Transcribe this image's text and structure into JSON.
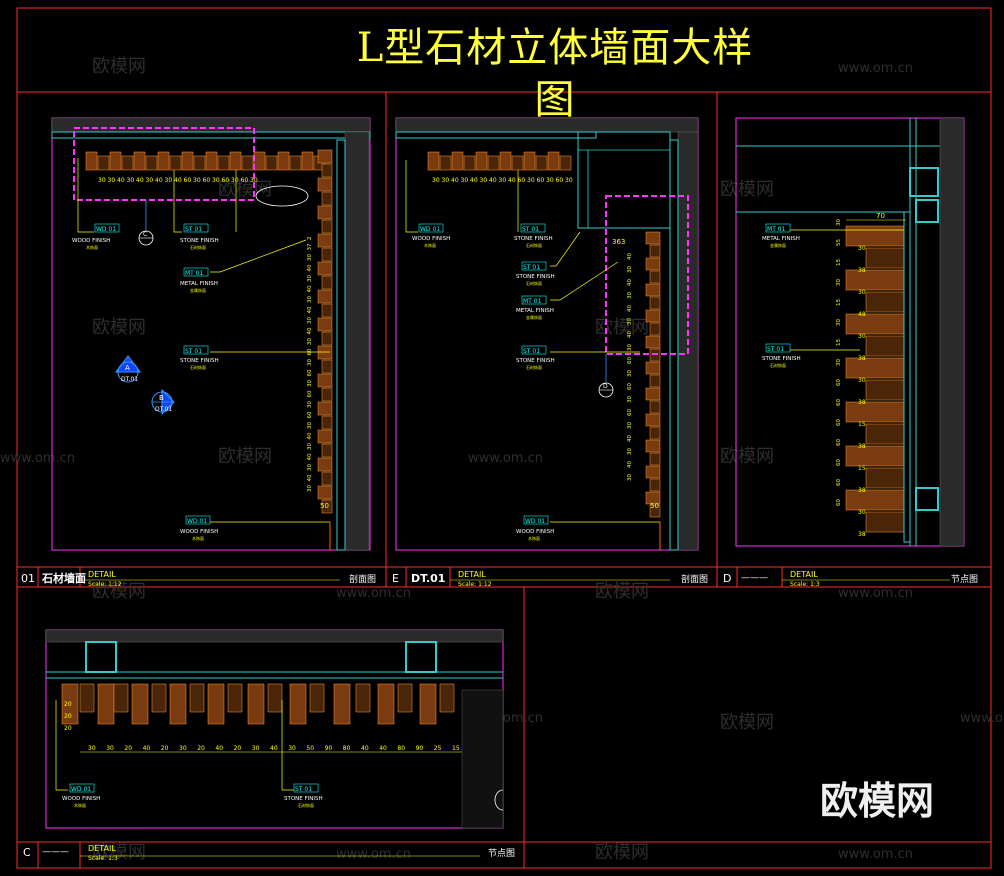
{
  "title": "L型石材立体墙面大样图",
  "logo_text": "欧模网",
  "watermarks": [
    "欧模网",
    "www.om.cn"
  ],
  "colors": {
    "background": "#000000",
    "frame": "#ff2a2a",
    "title": "#ffff3a",
    "viewport": "#ff33ff",
    "highlight": "#ff33ff",
    "structure": "#33cccc",
    "stone": "#ff9933",
    "hatch": "#ff6600",
    "dimension": "#ffff00",
    "callout": "#00ffff",
    "label_text": "#ffffff",
    "symbol": "#3399ff"
  },
  "tags": {
    "wd": "WD 01",
    "st": "ST 01",
    "mt": "MT 01"
  },
  "tag_text": {
    "wood": "WOOD FINISH",
    "stone": "STONE FINISH",
    "metal": "METAL FINISH",
    "wood_cn": "木饰面",
    "stone_cn": "石材饰面",
    "metal_cn": "金属饰面"
  },
  "panels": [
    {
      "code": "01",
      "name": "石材墙面",
      "detail": "DETAIL",
      "scale": "Scale: 1:12",
      "kind": "剖面图"
    },
    {
      "code": "E",
      "name": "DT.01",
      "detail": "DETAIL",
      "scale": "Scale: 1:12",
      "kind": "剖面图"
    },
    {
      "code": "D",
      "name": "———",
      "detail": "DETAIL",
      "scale": "Scale: 1:3",
      "kind": "节点图"
    },
    {
      "code": "C",
      "name": "———",
      "detail": "DETAIL",
      "scale": "Scale: 1:3",
      "kind": "节点图"
    }
  ],
  "symbols": {
    "section_a": "A",
    "section_a_sub": "DT.01",
    "section_b": "B",
    "section_b_sub": "DT.01",
    "c_mark": "C",
    "d_mark": "D"
  },
  "dims": {
    "p1_top": [
      "30",
      "30",
      "40",
      "30",
      "40",
      "30",
      "40",
      "30",
      "40",
      "60",
      "30",
      "60",
      "30",
      "60",
      "30",
      "60",
      "30"
    ],
    "p1_col": [
      "2",
      "37",
      "30",
      "40",
      "30",
      "40",
      "30",
      "40",
      "30",
      "40",
      "30",
      "60",
      "30",
      "60",
      "30",
      "60",
      "30",
      "60",
      "30",
      "40",
      "30",
      "40",
      "30",
      "40",
      "30"
    ],
    "p1_bottom": "50",
    "p2_top": [
      "30",
      "30",
      "40",
      "30",
      "40",
      "30",
      "40",
      "30",
      "40",
      "60",
      "30",
      "60",
      "30",
      "60",
      "30"
    ],
    "p2_top2": "363",
    "p2_col": [
      "40",
      "30",
      "40",
      "30",
      "40",
      "30",
      "40",
      "30",
      "60",
      "30",
      "60",
      "30",
      "60",
      "30",
      "40",
      "30",
      "40",
      "30"
    ],
    "p2_bottom": "50",
    "pD_top": "70",
    "pD_row": [
      "30",
      "38",
      "30",
      "48",
      "30",
      "38",
      "30",
      "38",
      "15",
      "38",
      "15",
      "38",
      "30",
      "38"
    ],
    "pD_side": [
      "30",
      "55",
      "15",
      "30",
      "15",
      "30",
      "15",
      "30",
      "60",
      "60",
      "60",
      "60",
      "60",
      "60",
      "60"
    ],
    "pC_row": [
      "30",
      "30",
      "20",
      "40",
      "20",
      "30",
      "20",
      "40",
      "20",
      "30",
      "40",
      "30",
      "50",
      "90",
      "80",
      "40",
      "40",
      "80",
      "90",
      "25",
      "15"
    ],
    "pC_side": [
      "20",
      "20",
      "20"
    ]
  }
}
